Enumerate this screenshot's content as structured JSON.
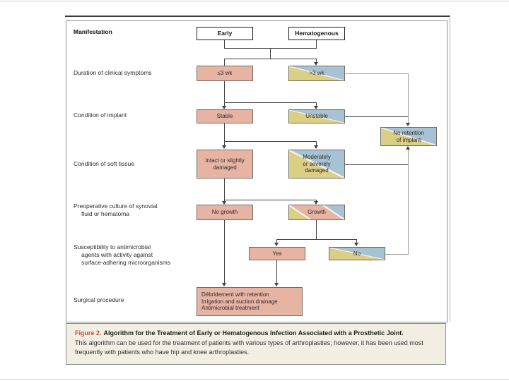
{
  "figure": {
    "rows": [
      {
        "label": "Manifestation"
      },
      {
        "label": "Duration of clinical symptoms"
      },
      {
        "label": "Condition of implant"
      },
      {
        "label": "Condition of soft tissue"
      },
      {
        "label": "Preoperative culture of synovial\nfluid or hematoma"
      },
      {
        "label": "Susceptibility to antimicrobial\nagents with activity against\nsurface-adhering microorganisms"
      },
      {
        "label": "Surgical procedure"
      }
    ],
    "nodes": {
      "early": {
        "label": "Early"
      },
      "hematogenous": {
        "label": "Hematogenous"
      },
      "le3wk": {
        "label": "≤3 wk"
      },
      "gt3wk": {
        "label": ">3 wk"
      },
      "stable": {
        "label": "Stable"
      },
      "unstable": {
        "label": "Unstable"
      },
      "no_retention": {
        "label": "No retention\nof implant"
      },
      "intact": {
        "label": "Intact or slightly\ndamaged"
      },
      "damaged": {
        "label": "Moderately\nor severely\ndamaged"
      },
      "no_growth": {
        "label": "No growth"
      },
      "growth": {
        "label": "Growth"
      },
      "yes": {
        "label": "Yes"
      },
      "no": {
        "label": "No"
      },
      "treatment": {
        "label": "Débridement with retention\nIrrigation and suction drainage\nAntimicrobial treatment"
      }
    },
    "caption": {
      "figure_label": "Figure 2.",
      "title": "Algorithm for the Treatment of Early or Hematogenous Infection Associated with a Prosthetic Joint.",
      "body": "This algorithm can be used for the treatment of patients with various types of arthroplasties; however, it has been used most frequently with patients who have hip and knee arthroplasties."
    },
    "colors": {
      "pink_box": "#e7b4a4",
      "yellow_region": "#dbce85",
      "blue_region": "#a7c2d3",
      "caption_background": "#f3eee2",
      "figure_label_red": "#cc4a41",
      "dark_line": "#404040",
      "gray_line": "#a0a0a0"
    }
  }
}
